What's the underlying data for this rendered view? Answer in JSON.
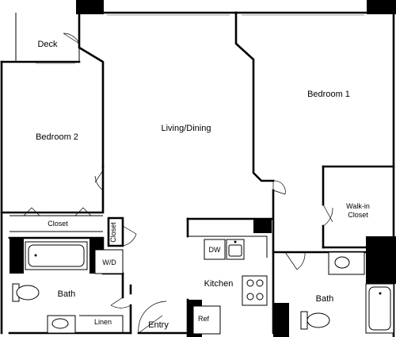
{
  "floor_plan": {
    "rooms": {
      "deck": "Deck",
      "bedroom2": "Bedroom 2",
      "living_dining": "Living/Dining",
      "bedroom1": "Bedroom 1",
      "walkin_closet_line1": "Walk-in",
      "walkin_closet_line2": "Closet",
      "closet_bedroom2": "Closet",
      "closet_hall": "Closet",
      "washer_dryer": "W/D",
      "bath_left": "Bath",
      "linen": "Linen",
      "dishwasher": "DW",
      "kitchen": "Kitchen",
      "refrigerator": "Ref",
      "entry": "Entry",
      "bath_right": "Bath"
    }
  }
}
